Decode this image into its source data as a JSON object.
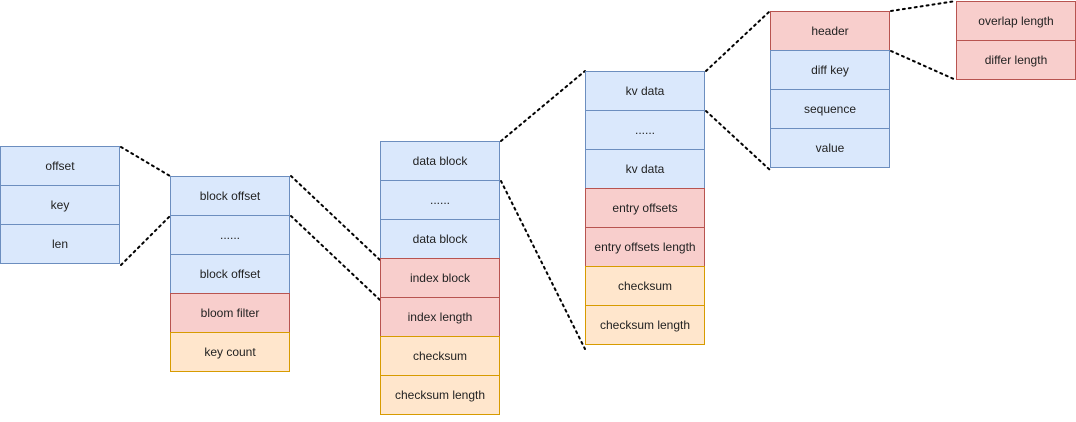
{
  "stacks": [
    {
      "id": "index-entry",
      "cells": [
        {
          "label": "offset",
          "color": "blue"
        },
        {
          "label": "key",
          "color": "blue"
        },
        {
          "label": "len",
          "color": "blue"
        }
      ]
    },
    {
      "id": "index-block",
      "cells": [
        {
          "label": "block offset",
          "color": "blue"
        },
        {
          "label": "......",
          "color": "blue"
        },
        {
          "label": "block offset",
          "color": "blue"
        },
        {
          "label": "bloom filter",
          "color": "red"
        },
        {
          "label": "key count",
          "color": "orange"
        }
      ]
    },
    {
      "id": "table",
      "cells": [
        {
          "label": "data block",
          "color": "blue"
        },
        {
          "label": "......",
          "color": "blue"
        },
        {
          "label": "data block",
          "color": "blue"
        },
        {
          "label": "index block",
          "color": "red"
        },
        {
          "label": "index length",
          "color": "red"
        },
        {
          "label": "checksum",
          "color": "orange"
        },
        {
          "label": "checksum length",
          "color": "orange"
        }
      ]
    },
    {
      "id": "data-block",
      "cells": [
        {
          "label": "kv data",
          "color": "blue"
        },
        {
          "label": "......",
          "color": "blue"
        },
        {
          "label": "kv data",
          "color": "blue"
        },
        {
          "label": "entry offsets",
          "color": "red"
        },
        {
          "label": "entry offsets length",
          "color": "red"
        },
        {
          "label": "checksum",
          "color": "orange"
        },
        {
          "label": "checksum length",
          "color": "orange"
        }
      ]
    },
    {
      "id": "kv-entry",
      "cells": [
        {
          "label": "header",
          "color": "red"
        },
        {
          "label": "diff key",
          "color": "blue"
        },
        {
          "label": "sequence",
          "color": "blue"
        },
        {
          "label": "value",
          "color": "blue"
        }
      ]
    },
    {
      "id": "header-detail",
      "cells": [
        {
          "label": "overlap length",
          "color": "red"
        },
        {
          "label": "differ length",
          "color": "red"
        }
      ]
    }
  ]
}
